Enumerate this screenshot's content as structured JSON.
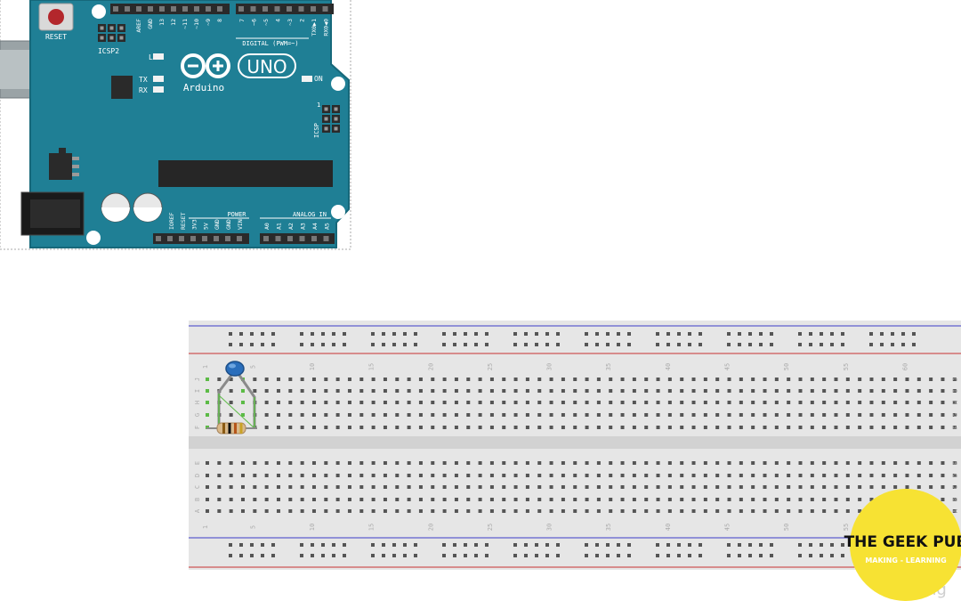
{
  "arduino": {
    "brand": "Arduino",
    "model": "UNO",
    "reset_label": "RESET",
    "icsp2_label": "ICSP2",
    "icsp_label": "ICSP",
    "icsp_pin1": "1",
    "led_l": "L",
    "led_tx": "TX",
    "led_rx": "RX",
    "on_label": "ON",
    "digital_label": "DIGITAL (PWM=~)",
    "digital_pins": [
      "AREF",
      "GND",
      "13",
      "12",
      "~11",
      "~10",
      "~9",
      "8",
      "7",
      "~6",
      "~5",
      "4",
      "~3",
      "2",
      "TX0▶1",
      "RX0◀0"
    ],
    "power_label": "POWER",
    "power_pins": [
      "IOREF",
      "RESET",
      "3V3",
      "5V",
      "GND",
      "GND",
      "VIN"
    ],
    "analog_label": "ANALOG IN",
    "analog_pins": [
      "A0",
      "A1",
      "A2",
      "A3",
      "A4",
      "A5"
    ],
    "colors": {
      "board": "#1f7f95",
      "board_edge": "#16687a",
      "silk": "#ffffff",
      "header": "#2a2a2a",
      "reset_button": "#b3272c"
    }
  },
  "breadboard": {
    "column_numbers": [
      "1",
      "5",
      "10",
      "15",
      "20",
      "25",
      "30",
      "35",
      "40",
      "45",
      "50",
      "55",
      "60"
    ],
    "rows_top": [
      "J",
      "I",
      "H",
      "G",
      "F"
    ],
    "rows_bottom": [
      "E",
      "D",
      "C",
      "B",
      "A"
    ],
    "colors": {
      "body": "#e6e6e6",
      "hole": "#555555",
      "rail_blue": "#3c3cc8",
      "rail_red": "#c83232",
      "highlight": "#5cbb46"
    }
  },
  "components": {
    "capacitor_color": "#2a6ebb",
    "resistor_bands": [
      "#8a5a14",
      "#111111",
      "#b5551a",
      "#c9a227"
    ]
  },
  "watermark": {
    "title": "THE GEEK PUB",
    "subtitle": "MAKING - LEARNING",
    "partial_text": "ing",
    "colors": {
      "fill": "#f7e233",
      "text": "#111111"
    }
  }
}
